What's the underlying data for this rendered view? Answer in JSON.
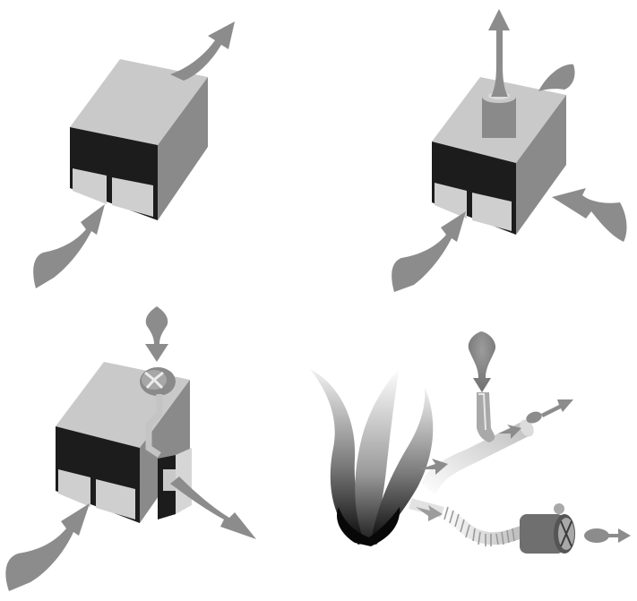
{
  "colors": {
    "background": "#ffffff",
    "box_top": "#c9c9c9",
    "box_front": "#1c1c1c",
    "box_side": "#8a8a8a",
    "door": "#cfcfcf",
    "arrow": "#8c8c8c",
    "arrow_light": "#bdbdbd",
    "fan": "#9a9a9a",
    "flame_dark": "#111111",
    "flame_light": "#e6e6e6"
  },
  "panels": [
    {
      "id": "panel-top-left",
      "icons": [
        "building-icon",
        "inflow-arrow-icon",
        "outflow-arrow-icon"
      ]
    },
    {
      "id": "panel-top-right",
      "icons": [
        "building-icon",
        "chimney-icon",
        "inflow-arrow-icon",
        "side-inflow-arrow-icon",
        "exhaust-arrow-icon"
      ]
    },
    {
      "id": "panel-bottom-left",
      "icons": [
        "building-icon",
        "roof-fan-icon",
        "duct-icon",
        "inflow-arrow-icon",
        "outflow-arrow-icon",
        "drop-arrow-icon"
      ]
    },
    {
      "id": "panel-bottom-right",
      "icons": [
        "fire-plume-icon",
        "pipe-icon",
        "flexible-hose-icon",
        "blower-fan-icon",
        "droplet-arrow-icon"
      ]
    }
  ]
}
